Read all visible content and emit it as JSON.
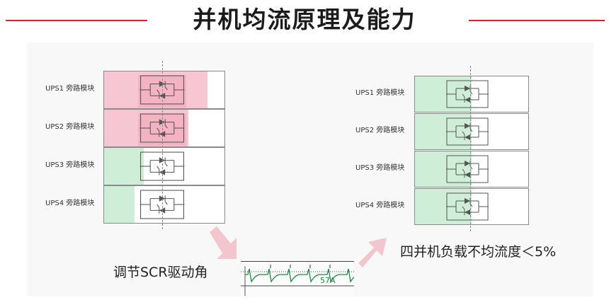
{
  "title": "并机均流原理及能力",
  "colors": {
    "accent_red": "#d9232e",
    "unbalanced_fill": "#f6c7d2",
    "unbalanced_scr_fill": "#f3b3c2",
    "balanced_fill": "#cfeed7",
    "waveform": "#1f8a45"
  },
  "left_diagram": {
    "rows": [
      {
        "label": "UPS1 旁路模块",
        "load_level": 0.86,
        "state": "high"
      },
      {
        "label": "UPS2 旁路模块",
        "load_level": 0.7,
        "state": "high"
      },
      {
        "label": "UPS3 旁路模块",
        "load_level": 0.33,
        "state": "low"
      },
      {
        "label": "UPS4 旁路模块",
        "load_level": 0.25,
        "state": "low"
      }
    ]
  },
  "right_diagram": {
    "rows": [
      {
        "label": "UPS1 旁路模块",
        "load_level": 0.5
      },
      {
        "label": "UPS2 旁路模块",
        "load_level": 0.5
      },
      {
        "label": "UPS3 旁路模块",
        "load_level": 0.5
      },
      {
        "label": "UPS4 旁路模块",
        "load_level": 0.5
      }
    ]
  },
  "adjust_caption": "调节SCR驱动角",
  "result_caption": "四并机负载不均流度＜5%",
  "waveform_reading": "57A",
  "icons": {
    "scr": "thyristor-pair-icon",
    "arrow": "down-right-arrow-icon"
  }
}
